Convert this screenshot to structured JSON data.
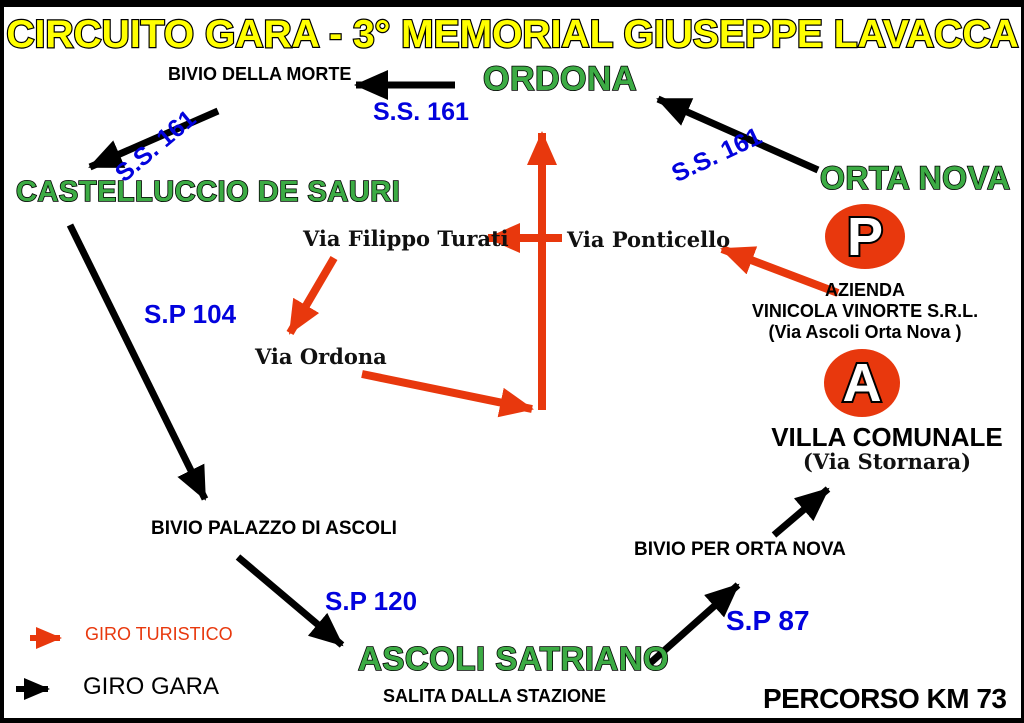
{
  "page": {
    "title": "CIRCUITO GARA - 3° MEMORIAL GIUSEPPE LAVACCA",
    "footer_distance": "PERCORSO KM 73"
  },
  "colors": {
    "title_yellow": "#ffff00",
    "city_green": "#3cab44",
    "road_blue": "#0202dd",
    "tour_red": "#e8380d",
    "race_black": "#000000",
    "background": "#ffffff"
  },
  "nodes": {
    "bivio_della_morte": "BIVIO DELLA MORTE",
    "ordona": "ORDONA",
    "orta_nova": "ORTA NOVA",
    "castelluccio": "CASTELLUCCIO DE SAURI",
    "via_filippo_turati": "Via Filippo Turati",
    "via_ponticello": "Via Ponticello",
    "via_ordona": "Via Ordona",
    "bivio_palazzo": "BIVIO PALAZZO DI ASCOLI",
    "ascoli_satriano": "ASCOLI SATRIANO",
    "salita_stazione": "SALITA DALLA STAZIONE",
    "bivio_per_orta_nova": "BIVIO PER ORTA NOVA",
    "villa_comunale": "VILLA COMUNALE",
    "villa_comunale_sub": "(Via Stornara)",
    "azienda_line1": "AZIENDA",
    "azienda_line2": "VINICOLA VINORTE S.R.L.",
    "azienda_line3": "(Via Ascoli  Orta Nova )",
    "marker_p": "P",
    "marker_a": "A"
  },
  "roads": {
    "ss161_top": "S.S. 161",
    "ss161_left": "S.S. 161",
    "ss161_right": "S.S. 161",
    "sp104": "S.P 104",
    "sp120": "S.P 120",
    "sp87": "S.P 87"
  },
  "legend": {
    "tour_label": "GIRO TURISTICO",
    "race_label": "GIRO GARA"
  }
}
